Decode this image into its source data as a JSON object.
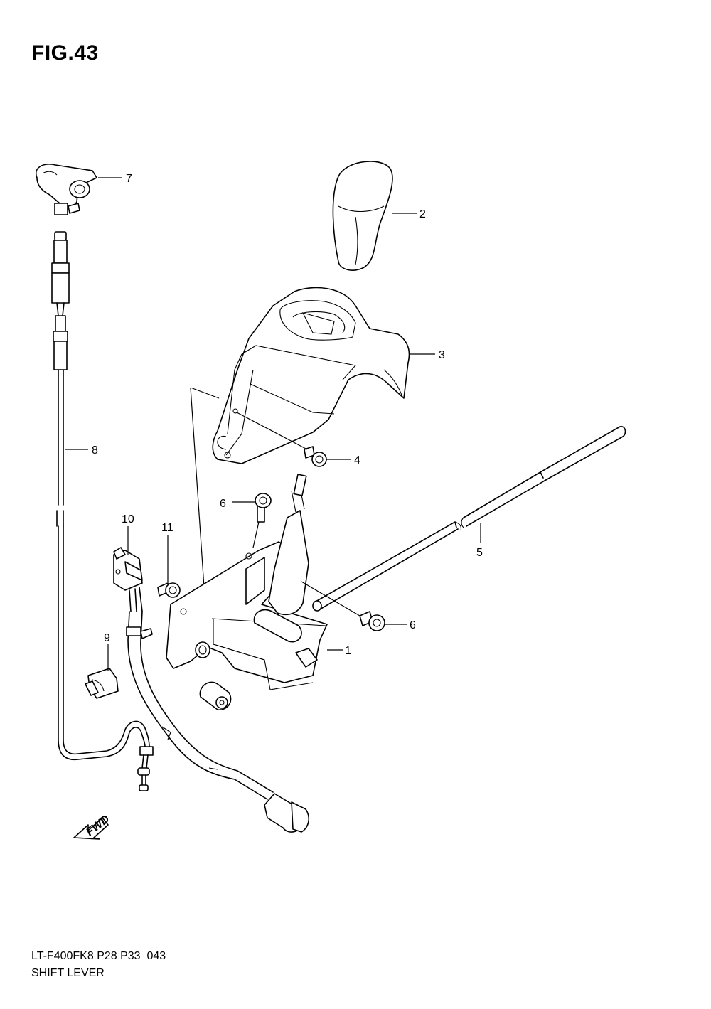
{
  "figure": {
    "title": "FIG.43"
  },
  "footer": {
    "model_code": "LT-F400FK8 P28 P33_043",
    "section_name": "SHIFT LEVER"
  },
  "fwd_arrow": {
    "label": "FWD"
  },
  "callouts": [
    {
      "number": "1"
    },
    {
      "number": "2"
    },
    {
      "number": "3"
    },
    {
      "number": "4"
    },
    {
      "number": "5"
    },
    {
      "number": "6"
    },
    {
      "number": "6"
    },
    {
      "number": "7"
    },
    {
      "number": "8"
    },
    {
      "number": "9"
    },
    {
      "number": "10"
    },
    {
      "number": "11"
    }
  ]
}
